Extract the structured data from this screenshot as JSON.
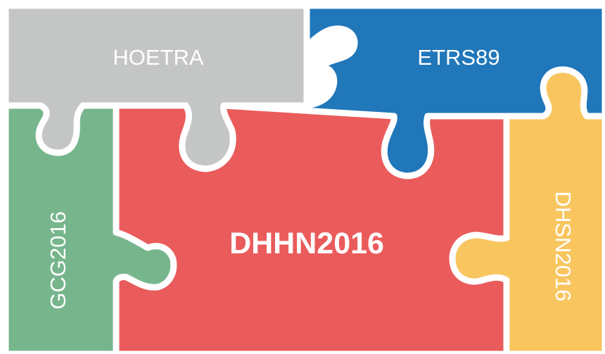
{
  "pieces": {
    "hoetra": {
      "label": "HOETRA",
      "color": "#c4c5c5"
    },
    "etrs89": {
      "label": "ETRS89",
      "color": "#2077ba"
    },
    "gcg2016": {
      "label": "GCG2016",
      "color": "#77b68d"
    },
    "dhhn2016": {
      "label": "DHHN2016",
      "color": "#ea5b5b"
    },
    "dhsn2016": {
      "label": "DHSN2016",
      "color": "#f8c55f"
    }
  }
}
